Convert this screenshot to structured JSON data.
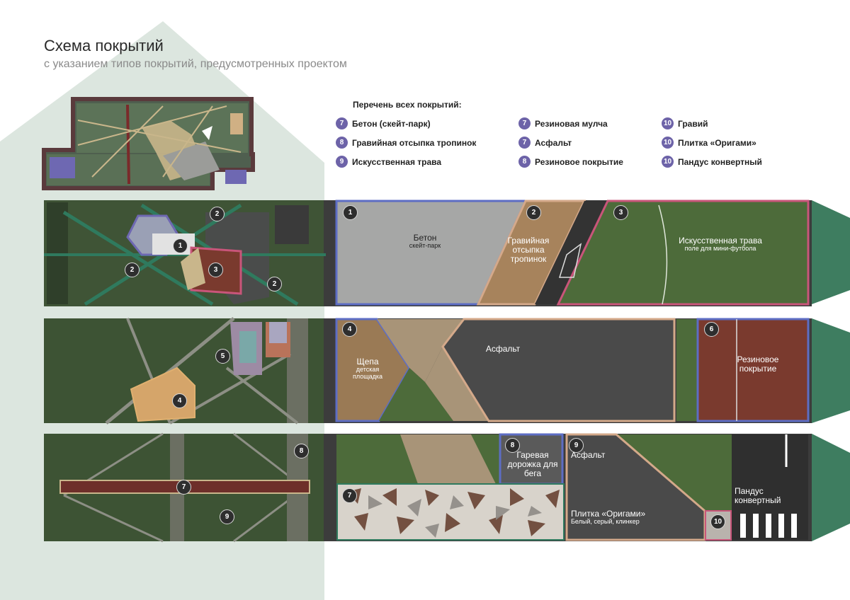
{
  "header": {
    "title": "Схема покрытий",
    "subtitle": "с указанием типов покрытий, предусмотренных проектом"
  },
  "legend": {
    "heading": "Перечень всех покрытий:",
    "items": [
      {
        "num": "7",
        "label": "Бетон (скейт-парк)"
      },
      {
        "num": "8",
        "label": "Гравийная отсыпка тропинок"
      },
      {
        "num": "9",
        "label": "Искусственная трава"
      },
      {
        "num": "7",
        "label": "Резиновая мулча"
      },
      {
        "num": "7",
        "label": "Асфальт"
      },
      {
        "num": "8",
        "label": "Резиновое покрытие"
      },
      {
        "num": "10",
        "label": "Гравий"
      },
      {
        "num": "10",
        "label": "Плитка «Оригами»"
      },
      {
        "num": "10",
        "label": "Пандус конвертный"
      }
    ],
    "badge_color": "#6d63a8"
  },
  "strip1": {
    "map_markers": [
      "2",
      "1",
      "2",
      "3",
      "2"
    ],
    "samples": [
      {
        "num": "1",
        "label": "Бетон",
        "sub": "скейт-парк"
      },
      {
        "num": "2",
        "label": "Гравийная отсыпка тропинок"
      },
      {
        "num": "3",
        "label": "Искусственная трава",
        "sub": "поле для мини-футбола"
      }
    ]
  },
  "strip2": {
    "map_markers": [
      "5",
      "4"
    ],
    "samples": [
      {
        "num": "4",
        "label": "Щепа",
        "sub": "детская площадка"
      },
      {
        "label": "Асфальт"
      },
      {
        "num": "6",
        "label": "Резиновое покрытие"
      }
    ]
  },
  "strip3": {
    "map_markers": [
      "8",
      "7",
      "9"
    ],
    "samples": [
      {
        "num": "8",
        "label": "Гаревая дорожка для бега"
      },
      {
        "num": "7"
      },
      {
        "num": "9",
        "label": "Асфальт"
      },
      {
        "label": "Плитка «Оригами»",
        "sub": "Белый, серый, клинкер"
      },
      {
        "num": "10"
      },
      {
        "label": "Пандус конвертный"
      }
    ]
  },
  "colors": {
    "background_shape": "#dce8e1",
    "asphalt": "#4a4a4a",
    "grass": "#4d6b3a",
    "concrete": "#a4a5a4",
    "gravel": "#a98660",
    "rubber": "#7a3a2e",
    "border_green": "#2f7a5e"
  }
}
